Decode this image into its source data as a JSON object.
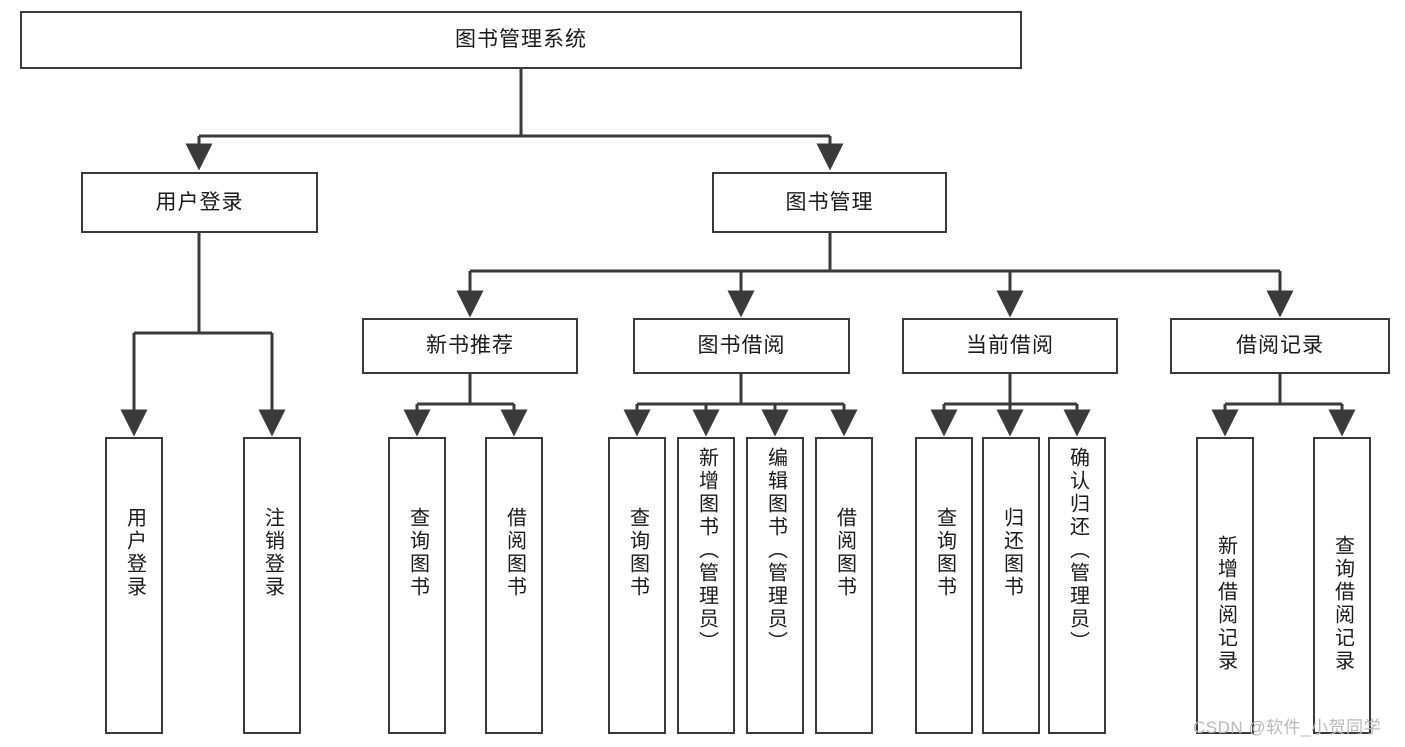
{
  "diagram": {
    "title": "图书管理系统",
    "root": {
      "label": "图书管理系统"
    },
    "level1": [
      {
        "label": "用户登录"
      },
      {
        "label": "图书管理"
      }
    ],
    "level2": [
      {
        "label": "新书推荐"
      },
      {
        "label": "图书借阅"
      },
      {
        "label": "当前借阅"
      },
      {
        "label": "借阅记录"
      }
    ],
    "leaves": {
      "user_login": [
        {
          "label": "用户登录"
        },
        {
          "label": "注销登录"
        }
      ],
      "new_book_recommend": [
        {
          "label": "查询图书"
        },
        {
          "label": "借阅图书"
        }
      ],
      "book_borrow": [
        {
          "label": "查询图书"
        },
        {
          "label": "新增图书（管理员）"
        },
        {
          "label": "编辑图书（管理员）"
        },
        {
          "label": "借阅图书"
        }
      ],
      "current_borrow": [
        {
          "label": "查询图书"
        },
        {
          "label": "归还图书"
        },
        {
          "label": "确认归还（管理员）"
        }
      ],
      "borrow_record": [
        {
          "label": "新增借阅记录"
        },
        {
          "label": "查询借阅记录"
        }
      ]
    }
  },
  "watermark": {
    "text": "CSDN @软件_小贺同学"
  },
  "colors": {
    "background": "#ffffff",
    "box_border": "#3a3a3a",
    "box_fill": "#ffffff",
    "text": "#1a1a1a",
    "connector": "#3a3a3a",
    "watermark": "#b9b9b9"
  }
}
